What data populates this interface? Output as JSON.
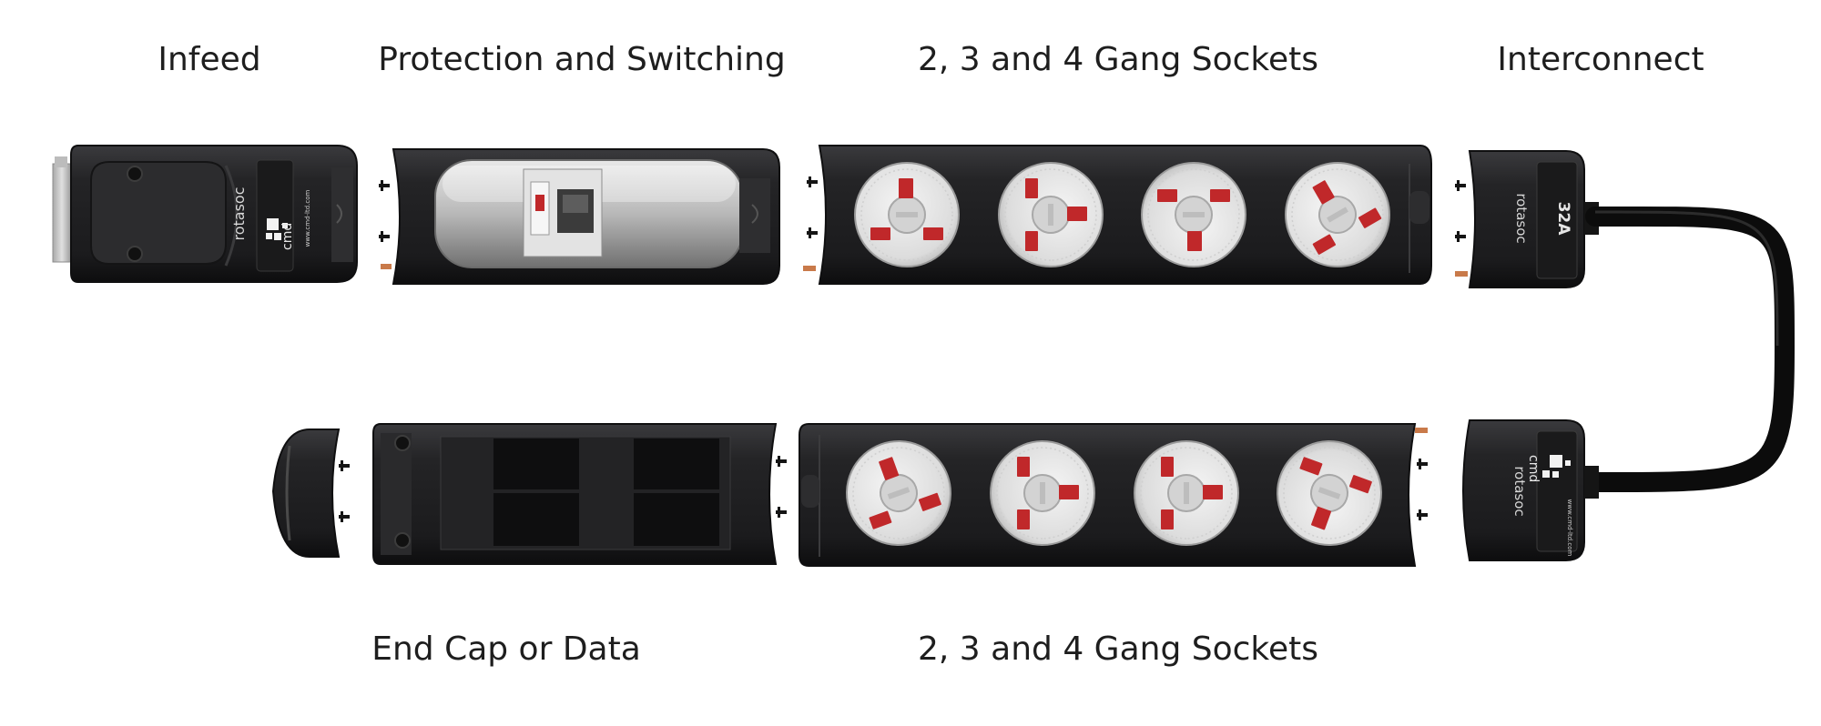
{
  "labels": {
    "infeed": "Infeed",
    "protection": "Protection and Switching",
    "gang_top": "2, 3 and 4 Gang Sockets",
    "interconnect": "Interconnect",
    "end_cap": "End Cap or Data",
    "gang_bottom": "2, 3 and 4 Gang Sockets"
  },
  "device_text": {
    "brand": "rotasoc",
    "maker": "cmd",
    "website": "www.cmd-ltd.com",
    "rating": "32A"
  },
  "colors": {
    "housing": "#232325",
    "housing_edge": "#0f0f10",
    "socket_face": "#e6e6e6",
    "socket_pin": "#c0282a",
    "copper": "#c97a4a",
    "metal": "#c9c9c9"
  }
}
